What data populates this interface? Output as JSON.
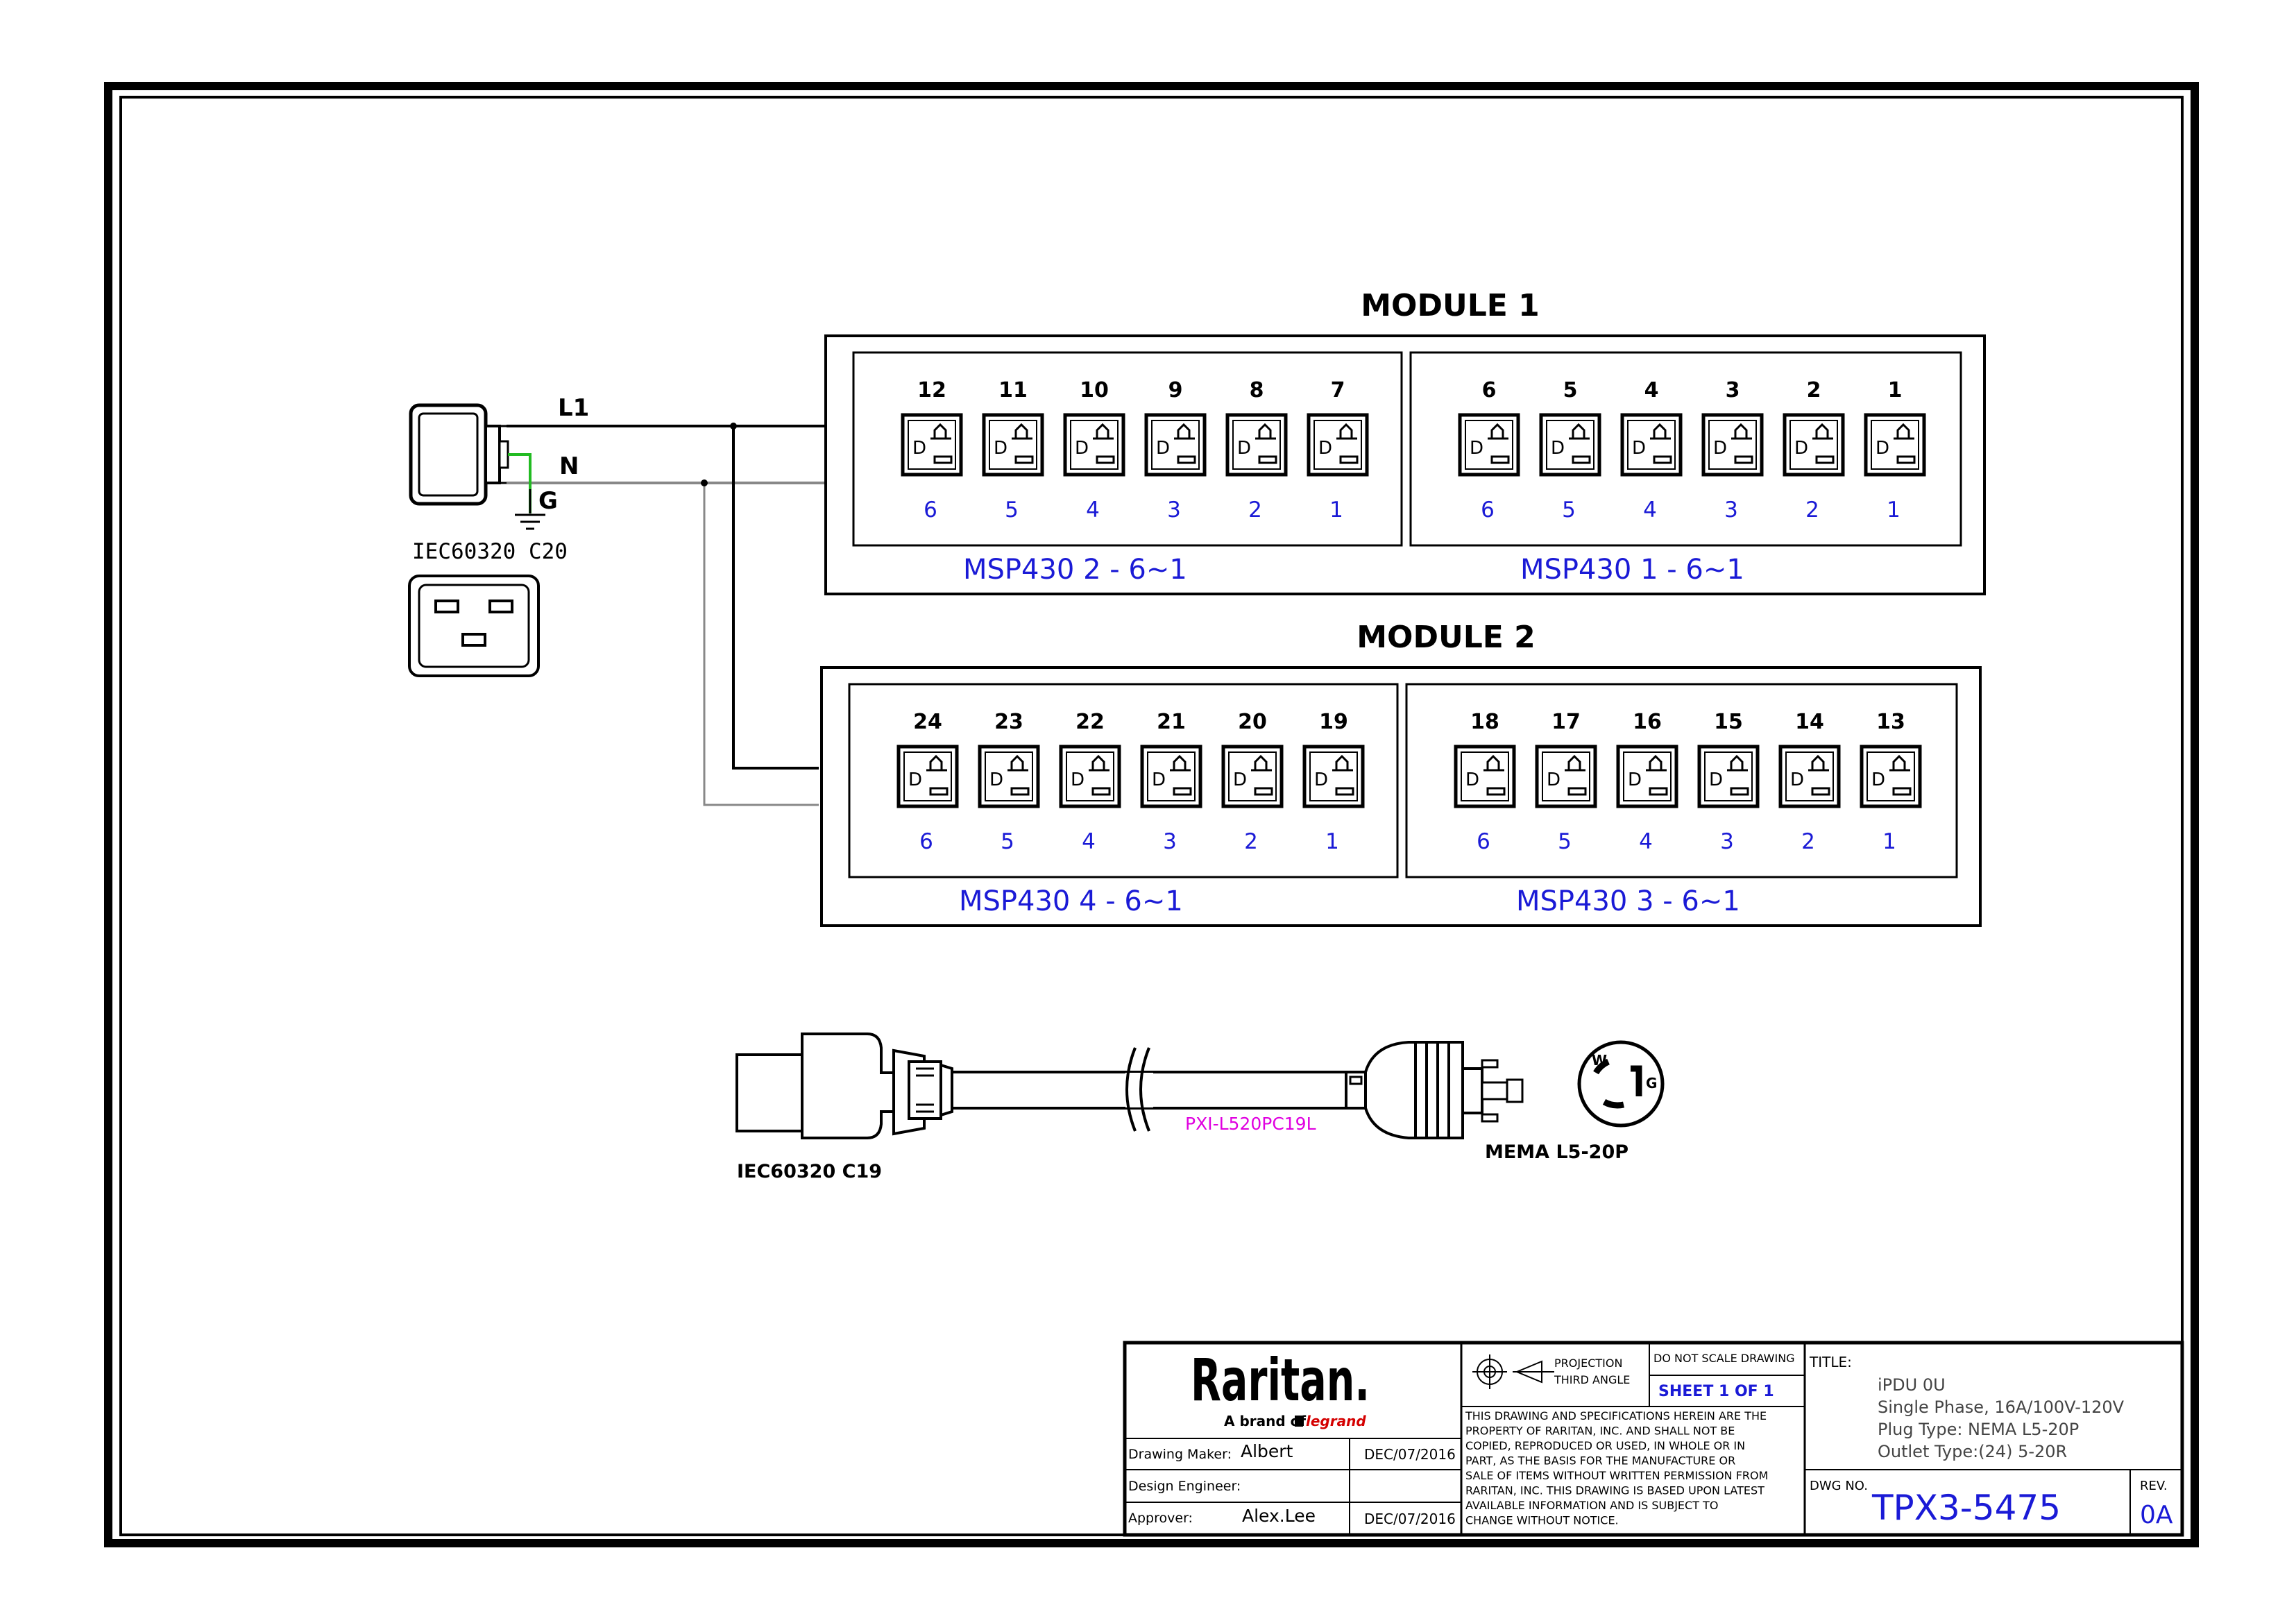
{
  "colors": {
    "line": "#000000",
    "blue_label": "#1a1ad6",
    "magenta_label": "#e000e0",
    "ground_wire": "#22bb22",
    "neutral_wire": "#888888",
    "logo_red": "#d40000"
  },
  "inlet": {
    "l1_label": "L1",
    "n_label": "N",
    "g_label": "G",
    "type_label": "IEC60320 C20"
  },
  "modules": [
    {
      "title": "MODULE 1",
      "banks": [
        {
          "outlet_numbers": [
            "12",
            "11",
            "10",
            "9",
            "8",
            "7"
          ],
          "port_labels": [
            "6",
            "5",
            "4",
            "3",
            "2",
            "1"
          ],
          "bank_label": "MSP430 2 - 6~1"
        },
        {
          "outlet_numbers": [
            "6",
            "5",
            "4",
            "3",
            "2",
            "1"
          ],
          "port_labels": [
            "6",
            "5",
            "4",
            "3",
            "2",
            "1"
          ],
          "bank_label": "MSP430 1 - 6~1"
        }
      ]
    },
    {
      "title": "MODULE 2",
      "banks": [
        {
          "outlet_numbers": [
            "24",
            "23",
            "22",
            "21",
            "20",
            "19"
          ],
          "port_labels": [
            "6",
            "5",
            "4",
            "3",
            "2",
            "1"
          ],
          "bank_label": "MSP430 4 - 6~1"
        },
        {
          "outlet_numbers": [
            "18",
            "17",
            "16",
            "15",
            "14",
            "13"
          ],
          "port_labels": [
            "6",
            "5",
            "4",
            "3",
            "2",
            "1"
          ],
          "bank_label": "MSP430 3 - 6~1"
        }
      ]
    }
  ],
  "outlet_glyph": "D",
  "cord": {
    "c19_label": "IEC60320 C19",
    "part_label": "PXI-L520PC19L",
    "plug_label": "MEMA L5-20P",
    "face_w": "W",
    "face_g": "G"
  },
  "title_block": {
    "logo_text": "Raritan.",
    "brand_prefix": "A brand of",
    "brand_name": "legrand",
    "drawing_maker_label": "Drawing Maker:",
    "drawing_maker": "Albert",
    "drawing_maker_date": "DEC/07/2016",
    "design_engineer_label": "Design Engineer:",
    "design_engineer": "",
    "approver_label": "Approver:",
    "approver": "Alex.Lee",
    "approver_date": "DEC/07/2016",
    "projection_line1": "PROJECTION",
    "projection_line2": "THIRD ANGLE",
    "do_not_scale": "DO NOT SCALE DRAWING",
    "sheet": "SHEET 1 OF 1",
    "notice_lines": [
      "THIS DRAWING AND SPECIFICATIONS HEREIN ARE THE",
      "PROPERTY OF RARITAN, INC. AND SHALL NOT BE",
      "COPIED, REPRODUCED OR USED, IN WHOLE OR IN",
      "PART, AS THE BASIS FOR THE MANUFACTURE OR",
      "SALE OF ITEMS WITHOUT WRITTEN PERMISSION FROM",
      "RARITAN, INC. THIS DRAWING IS BASED UPON LATEST",
      "AVAILABLE INFORMATION AND IS SUBJECT TO",
      "CHANGE WITHOUT NOTICE."
    ],
    "title_label": "TITLE:",
    "title_lines": [
      "iPDU 0U",
      "Single Phase, 16A/100V-120V",
      "Plug Type: NEMA L5-20P",
      "Outlet Type:(24) 5-20R"
    ],
    "dwg_no_label": "DWG NO.",
    "dwg_no": "TPX3-5475",
    "rev_label": "REV.",
    "rev": "0A"
  }
}
